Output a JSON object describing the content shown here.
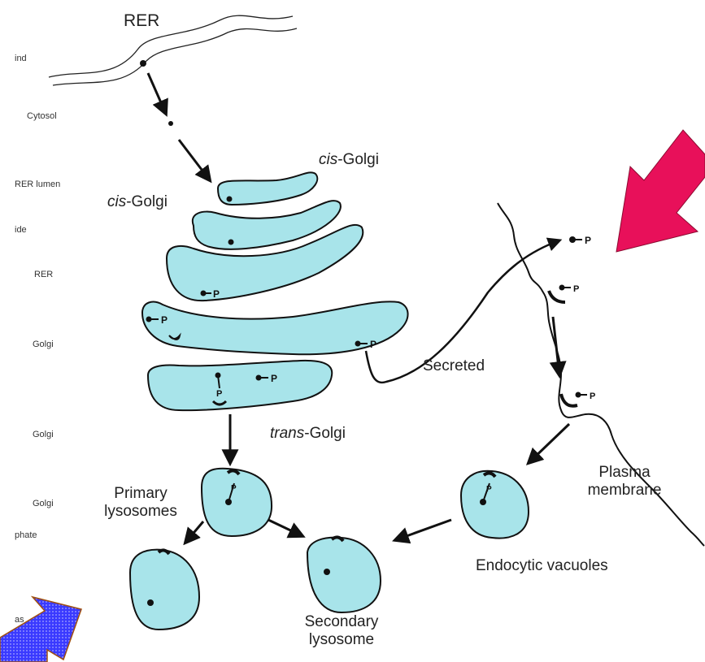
{
  "labels": {
    "rer_title": "RER",
    "cis_golgi_right": "cis",
    "cis_golgi_right_suffix": "-Golgi",
    "cis_golgi_left": "cis",
    "cis_golgi_left_suffix": "-Golgi",
    "trans_golgi": "trans",
    "trans_golgi_suffix": "-Golgi",
    "secreted": "Secreted",
    "primary_lysosomes_1": "Primary",
    "primary_lysosomes_2": "lysosomes",
    "plasma_membrane_1": "Plasma",
    "plasma_membrane_2": "membrane",
    "endocytic_vacuoles": "Endocytic vacuoles",
    "secondary_lysosome_1": "Secondary",
    "secondary_lysosome_2": "lysosome",
    "phosphate_marker": "P"
  },
  "side_labels": {
    "s1": "ind",
    "s2": "Cytosol",
    "s3": "RER lumen",
    "s4": "ide",
    "s5": "RER",
    "s6": "Golgi",
    "s7": "Golgi",
    "s8": "Golgi",
    "s9": "phate",
    "s10": "as"
  },
  "colors": {
    "compartment_fill": "#a8e4ea",
    "outline": "#111111",
    "pink_arrow": "#e8105a",
    "blue_arrow": "#3a3aff",
    "blue_arrow_outline": "#a05010"
  }
}
